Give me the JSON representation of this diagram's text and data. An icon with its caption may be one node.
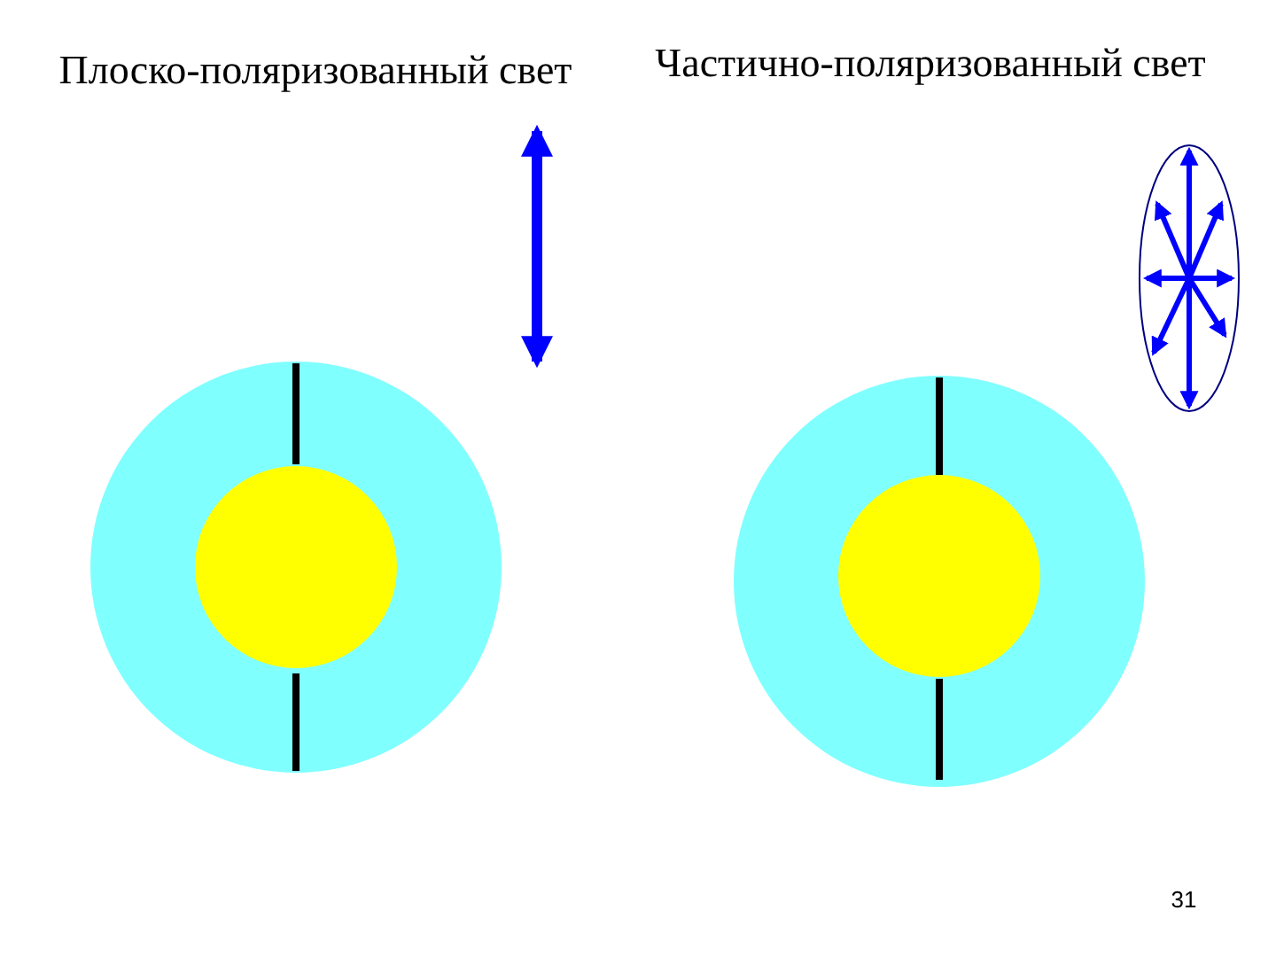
{
  "diagram": {
    "labels": [
      "Плоско-поляризованный свет",
      "Частично-поляризованный свет",
      "31"
    ]
  }
}
